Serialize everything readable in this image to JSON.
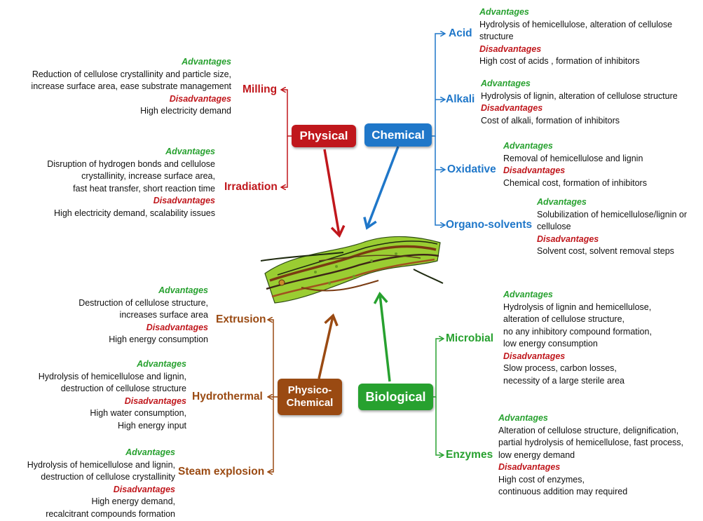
{
  "colors": {
    "physical": "#c0171c",
    "chemical": "#1f77c9",
    "physico_chemical": "#9a4a12",
    "biological": "#27a12f",
    "advantages": "#27a12f",
    "disadvantages": "#c0171c"
  },
  "categories": {
    "physical": "Physical",
    "chemical": "Chemical",
    "physico_chemical": "Physico-Chemical",
    "biological": "Biological"
  },
  "center_image": "lignocellulosic-biomass-fibers",
  "methods": {
    "milling": {
      "label": "Milling",
      "advantages_label": "Advantages",
      "advantages": [
        "Reduction of cellulose crystallinity and particle size,",
        "increase surface area, ease substrate management"
      ],
      "disadvantages_label": "Disadvantages",
      "disadvantages": [
        "High electricity demand"
      ]
    },
    "irradiation": {
      "label": "Irradiation",
      "advantages_label": "Advantages",
      "advantages": [
        "Disruption of hydrogen bonds and cellulose",
        "crystallinity, increase surface area,",
        "fast heat transfer, short reaction time"
      ],
      "disadvantages_label": "Disadvantages",
      "disadvantages": [
        "High electricity demand, scalability issues"
      ]
    },
    "acid": {
      "label": "Acid",
      "advantages_label": "Advantages",
      "advantages": [
        "Hydrolysis of hemicellulose, alteration of cellulose",
        "structure"
      ],
      "disadvantages_label": "Disadvantages",
      "disadvantages": [
        "High cost of acids , formation of inhibitors"
      ]
    },
    "alkali": {
      "label": "Alkali",
      "advantages_label": "Advantages",
      "advantages": [
        "Hydrolysis of lignin, alteration of cellulose structure"
      ],
      "disadvantages_label": "Disadvantages",
      "disadvantages": [
        "Cost of alkali, formation of inhibitors"
      ]
    },
    "oxidative": {
      "label": "Oxidative",
      "advantages_label": "Advantages",
      "advantages": [
        "Removal of hemicellulose and lignin"
      ],
      "disadvantages_label": "Disadvantages",
      "disadvantages": [
        "Chemical cost, formation of inhibitors"
      ]
    },
    "organo_solvents": {
      "label": "Organo-solvents",
      "advantages_label": "Advantages",
      "advantages": [
        "Solubilization of hemicellulose/lignin or",
        " cellulose"
      ],
      "disadvantages_label": "Disadvantages",
      "disadvantages": [
        "Solvent cost, solvent removal steps"
      ]
    },
    "extrusion": {
      "label": "Extrusion",
      "advantages_label": "Advantages",
      "advantages": [
        "Destruction of  cellulose structure,",
        "increases surface area"
      ],
      "disadvantages_label": "Disadvantages",
      "disadvantages": [
        "High energy consumption"
      ]
    },
    "hydrothermal": {
      "label": "Hydrothermal",
      "advantages_label": "Advantages",
      "advantages": [
        "Hydrolysis of hemicellulose and lignin,",
        "destruction of cellulose structure"
      ],
      "disadvantages_label": "Disadvantages",
      "disadvantages": [
        "High water consumption,",
        "High energy input"
      ]
    },
    "steam_explosion": {
      "label": "Steam explosion",
      "advantages_label": "Advantages",
      "advantages": [
        "Hydrolysis of hemicellulose and lignin,",
        "destruction of cellulose crystallinity"
      ],
      "disadvantages_label": "Disadvantages",
      "disadvantages": [
        "High energy demand,",
        "recalcitrant  compounds formation"
      ]
    },
    "microbial": {
      "label": "Microbial",
      "advantages_label": "Advantages",
      "advantages": [
        "Hydrolysis of lignin and hemicellulose,",
        "alteration of cellulose structure,",
        "no any inhibitory compound formation,",
        "low energy consumption"
      ],
      "disadvantages_label": "Disadvantages",
      "disadvantages": [
        "Slow process, carbon losses,",
        "necessity of a large sterile area"
      ]
    },
    "enzymes": {
      "label": "Enzymes",
      "advantages_label": "Advantages",
      "advantages": [
        "Alteration of cellulose structure, delignification,",
        "partial hydrolysis of hemicellulose, fast process,",
        "low energy demand"
      ],
      "disadvantages_label": "Disadvantages",
      "disadvantages": [
        "High cost of enzymes,",
        "continuous addition may required"
      ]
    }
  }
}
